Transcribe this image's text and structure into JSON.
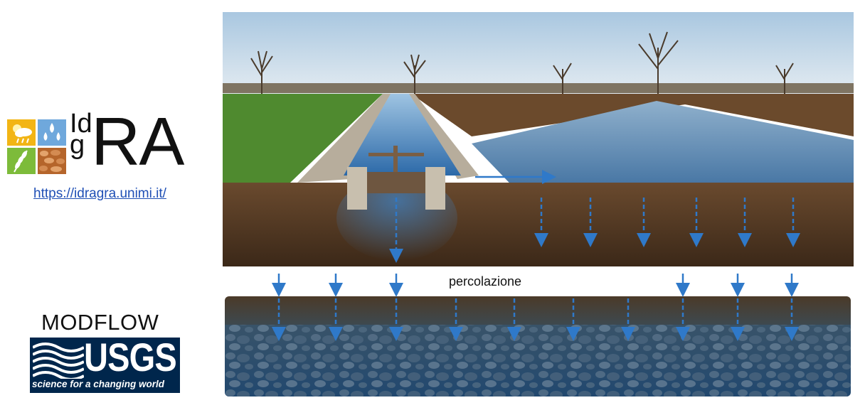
{
  "logos": {
    "idragra": {
      "letters_top": "Id",
      "letters_bottom": "g",
      "letters_big": "RA",
      "link": "https://idragra.unimi.it/",
      "tile_icons": [
        "sun-cloud-icon",
        "water-drops-icon",
        "wheat-icon",
        "soil-icon"
      ]
    },
    "modflow": {
      "title": "MODFLOW",
      "usgs_word": "USGS",
      "usgs_tagline": "science for a changing world"
    }
  },
  "diagram": {
    "percolation_label": "percolazione"
  },
  "colors": {
    "arrow_blue": "#2f79c9",
    "usgs_navy": "#00264c",
    "link_blue": "#1f4fb5",
    "tile_yellow": "#f2b515",
    "tile_lightblue": "#6fa8dc",
    "tile_green": "#7dbb3a",
    "tile_brown": "#b5652b"
  }
}
